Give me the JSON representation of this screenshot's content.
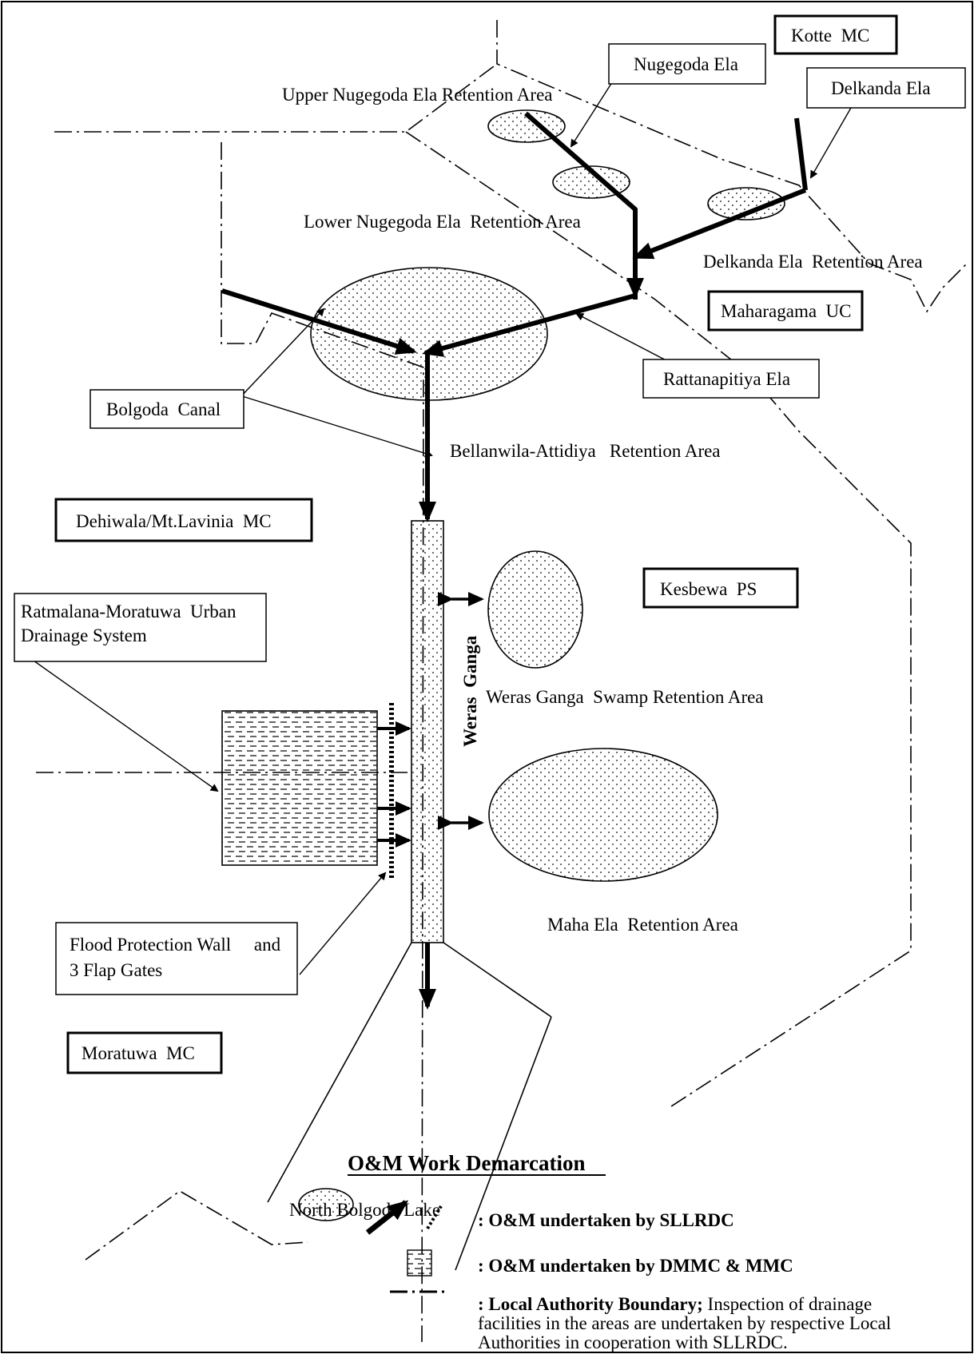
{
  "labels": {
    "upper_nugegoda_retention": "Upper Nugegoda Ela Retention Area",
    "lower_nugegoda_retention": "Lower Nugegoda Ela  Retention Area",
    "delkanda_retention": "Delkanda Ela  Retention Area",
    "bellanwila_retention": "Bellanwila-Attidiya   Retention Area",
    "weras_swamp_retention": "Weras Ganga  Swamp Retention Area",
    "maha_ela_retention": "Maha Ela  Retention Area",
    "north_bolgoda_lake": "North Bolgoda Lake",
    "weras_ganga": "Weras  Ganga"
  },
  "boxes": {
    "kotte_mc": "Kotte  MC",
    "nugegoda_ela": "Nugegoda Ela",
    "delkanda_ela": "Delkanda Ela",
    "maharagama_uc": "Maharagama  UC",
    "rattanapitiya_ela": "Rattanapitiya Ela",
    "bolgoda_canal": "Bolgoda  Canal",
    "dehiwala_mc": "Dehiwala/Mt.Lavinia  MC",
    "kesbewa_ps": "Kesbewa  PS",
    "ratmalana_line1": "Ratmalana-Moratuwa  Urban",
    "ratmalana_line2": "Drainage System",
    "flood_line1": "Flood Protection Wall     and",
    "flood_line2": "3 Flap Gates",
    "moratuwa_mc": "Moratuwa  MC"
  },
  "legend": {
    "title": "O&M Work Demarcation",
    "row1": ": O&M undertaken by SLLRDC",
    "row2": ": O&M undertaken by DMMC & MMC",
    "row3_bold": ": Local Authority Boundary;",
    "row3_rest": " Inspection of drainage",
    "row3_line2": "facilities in the areas are undertaken by respective Local",
    "row3_line3": "Authorities in cooperation with SLLRDC."
  }
}
